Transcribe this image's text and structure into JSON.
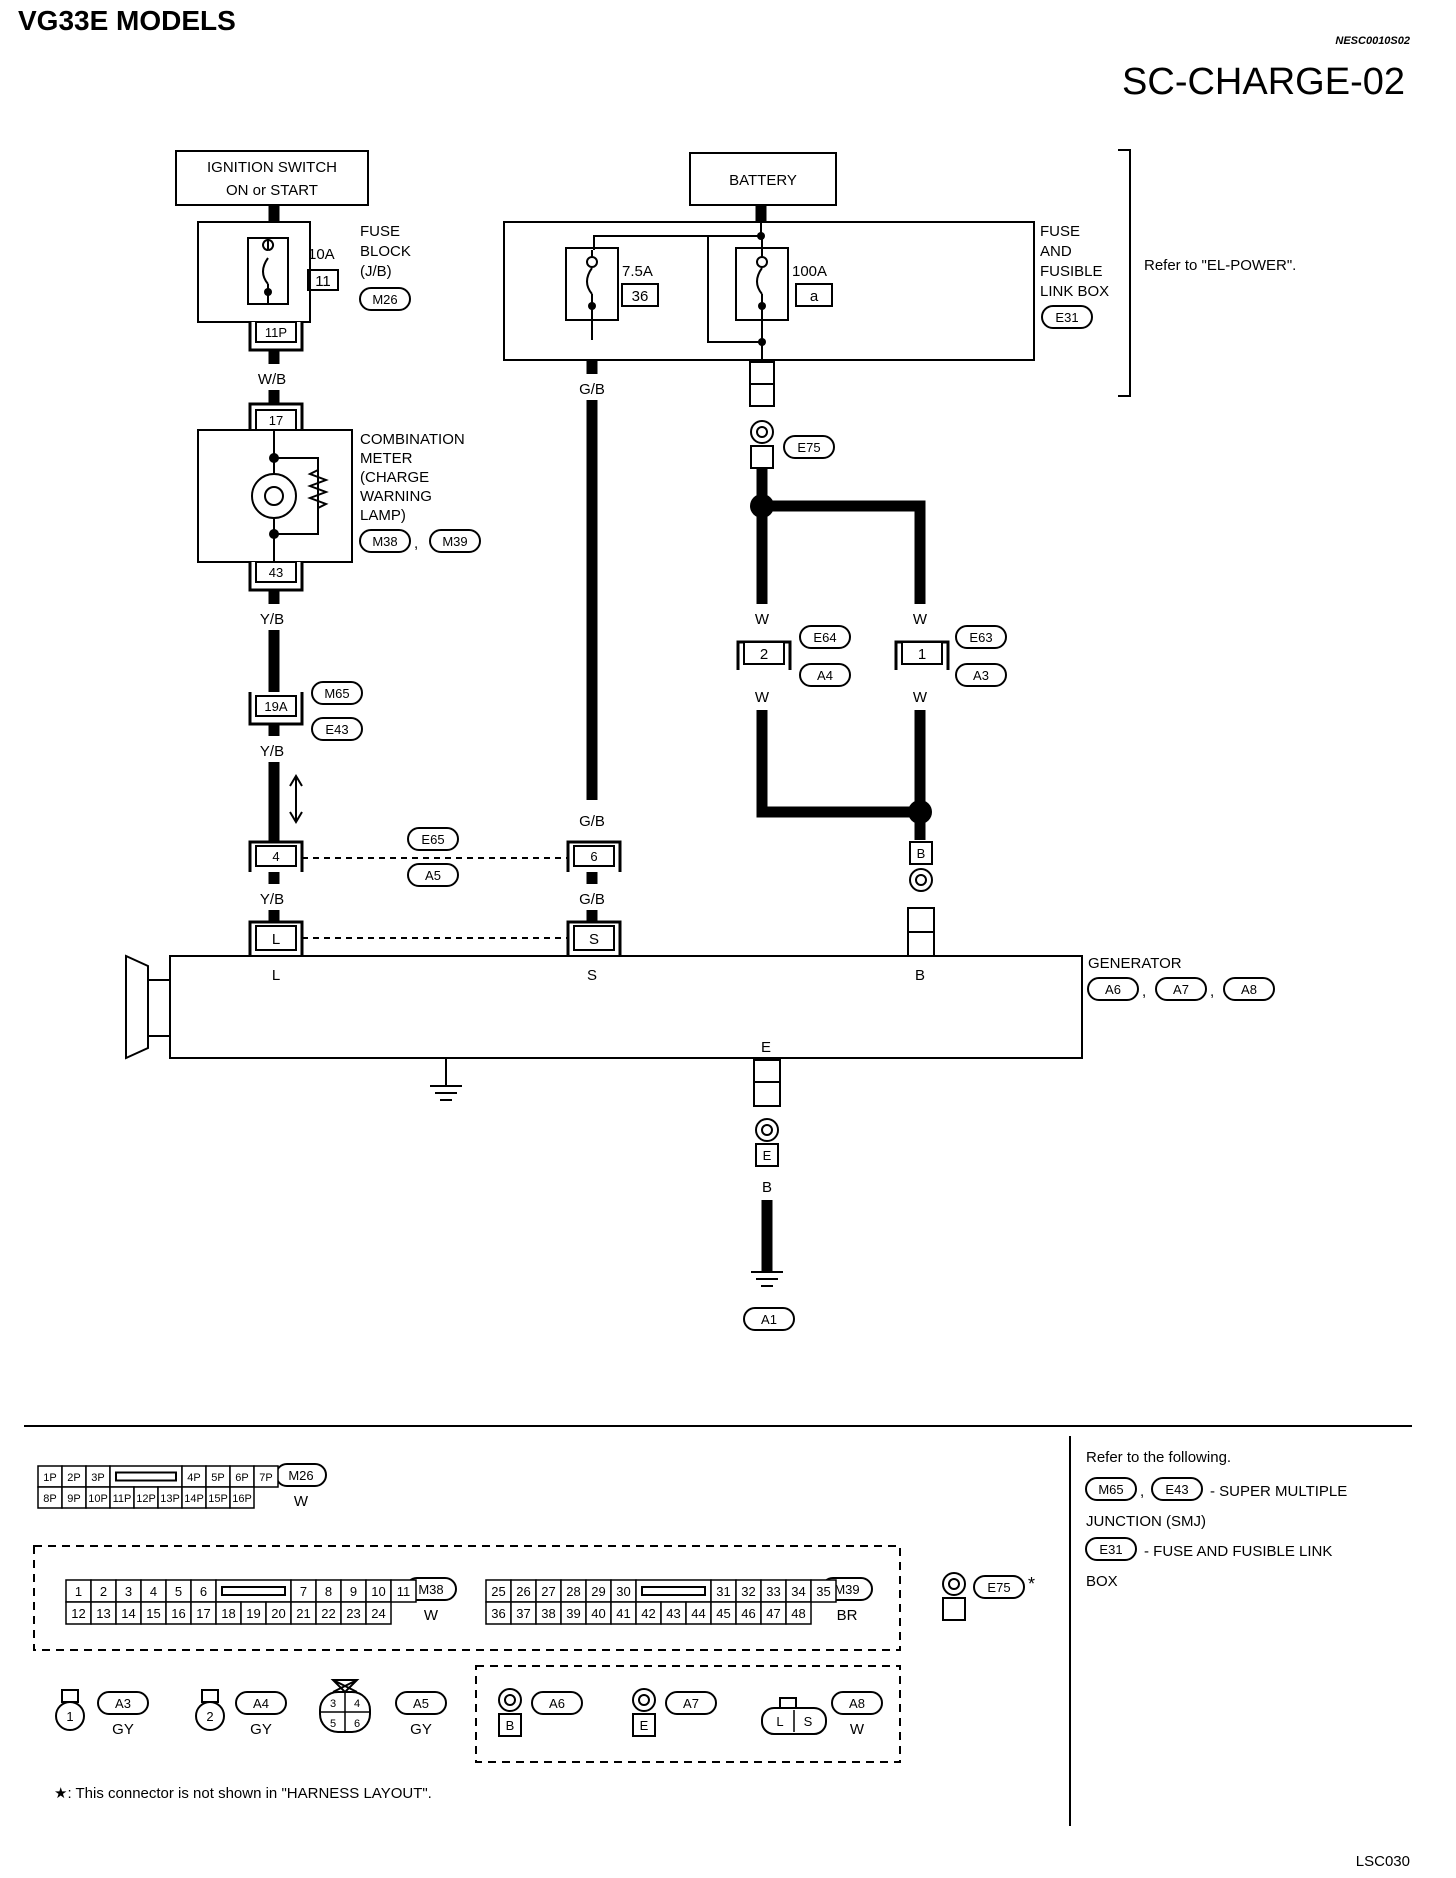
{
  "header": {
    "model_title": "VG33E MODELS",
    "code": "NESC0010S02",
    "page_title": "SC-CHARGE-02"
  },
  "components": {
    "ignition_switch": [
      "IGNITION SWITCH",
      "ON or START"
    ],
    "battery": "BATTERY",
    "fuse_block": {
      "label": [
        "FUSE",
        "BLOCK",
        "(J/B)"
      ],
      "connector": "M26",
      "fuse_rating": "10A",
      "fuse_number": "11",
      "pin_out": "11P"
    },
    "fusible_link_box": {
      "label": [
        "FUSE",
        "AND",
        "FUSIBLE",
        "LINK BOX"
      ],
      "connector": "E31",
      "fuse1_rating": "7.5A",
      "fuse1_number": "36",
      "fuse2_rating": "100A",
      "fuse2_number": "a",
      "refer": "Refer to \"EL-POWER\"."
    },
    "combination_meter": {
      "label": [
        "COMBINATION",
        "METER",
        "(CHARGE",
        "WARNING",
        "LAMP)"
      ],
      "connector1": "M38",
      "connector2": "M39",
      "pin_in": "17",
      "pin_out": "43"
    },
    "generator": {
      "label": "GENERATOR",
      "connectors": [
        "A6",
        "A7",
        "A8"
      ],
      "terminals": [
        "L",
        "S",
        "B",
        "E"
      ]
    }
  },
  "wires": {
    "wb": "W/B",
    "yb1": "Y/B",
    "yb2": "Y/B",
    "yb3": "Y/B",
    "gb1": "G/B",
    "gb2": "G/B",
    "gb3": "G/B",
    "w1": "W",
    "w2": "W",
    "w3": "W",
    "w4": "W",
    "b_ground": "B"
  },
  "connectors": {
    "smj_pin": "19A",
    "smj_a": "M65",
    "smj_b": "E43",
    "e65": "E65",
    "a5": "A5",
    "a5_pin_l": "4",
    "a5_pin_s": "6",
    "gen_l": "L",
    "gen_s": "S",
    "e75": "E75",
    "e64": "E64",
    "a4": "A4",
    "e64_pin": "2",
    "e63": "E63",
    "a3": "A3",
    "e63_pin": "1",
    "b_terminal": "B",
    "e_terminal": "E",
    "ground": "A1"
  },
  "legend": {
    "m26": {
      "code": "M26",
      "color": "W",
      "row1": [
        "1P",
        "2P",
        "3P",
        "",
        "4P",
        "5P",
        "6P",
        "7P"
      ],
      "row2": [
        "8P",
        "9P",
        "10P",
        "11P",
        "12P",
        "13P",
        "14P",
        "15P",
        "16P"
      ]
    },
    "m38": {
      "code": "M38",
      "color": "W",
      "row1": [
        "1",
        "2",
        "3",
        "4",
        "5",
        "6",
        "",
        "7",
        "8",
        "9",
        "10",
        "11"
      ],
      "row2": [
        "12",
        "13",
        "14",
        "15",
        "16",
        "17",
        "18",
        "19",
        "20",
        "21",
        "22",
        "23",
        "24"
      ]
    },
    "m39": {
      "code": "M39",
      "color": "BR",
      "row1": [
        "25",
        "26",
        "27",
        "28",
        "29",
        "30",
        "",
        "31",
        "32",
        "33",
        "34",
        "35"
      ],
      "row2": [
        "36",
        "37",
        "38",
        "39",
        "40",
        "41",
        "42",
        "43",
        "44",
        "45",
        "46",
        "47",
        "48"
      ]
    },
    "e75": {
      "code": "E75",
      "mark": "*"
    },
    "a3": {
      "code": "A3",
      "color": "GY",
      "pin": "1"
    },
    "a4": {
      "code": "A4",
      "color": "GY",
      "pin": "2"
    },
    "a5": {
      "code": "A5",
      "color": "GY",
      "pins": [
        "3",
        "4",
        "5",
        "6"
      ]
    },
    "a6": {
      "code": "A6",
      "terminal": "B"
    },
    "a7": {
      "code": "A7",
      "terminal": "E"
    },
    "a8": {
      "code": "A8",
      "color": "W",
      "pins": [
        "L",
        "S"
      ]
    },
    "footnote": "★: This connector is not shown in \"HARNESS LAYOUT\"."
  },
  "refer_panel": {
    "heading": "Refer to the following.",
    "smj_codes": [
      "M65",
      "E43"
    ],
    "smj_text": "- SUPER MULTIPLE",
    "smj_text2": "JUNCTION (SMJ)",
    "fuse_code": "E31",
    "fuse_text": "- FUSE AND FUSIBLE LINK",
    "fuse_text2": "BOX"
  },
  "footer_code": "LSC030"
}
